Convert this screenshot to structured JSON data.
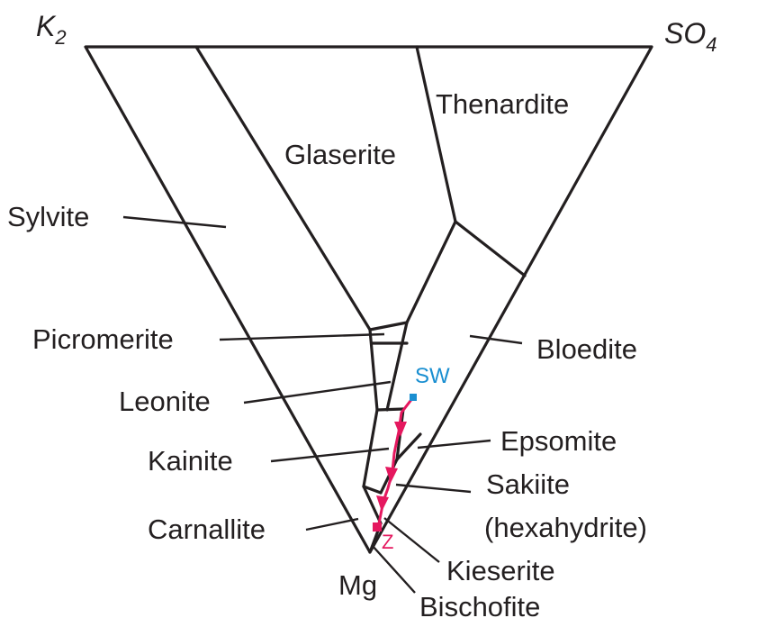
{
  "corners": {
    "top_left": {
      "main": "K",
      "sub": "2"
    },
    "top_right": {
      "main": "SO",
      "sub": "4"
    },
    "bottom": "Mg"
  },
  "fields": {
    "glaserite": "Glaserite",
    "thenardite": "Thenardite",
    "sylvite": "Sylvite",
    "picromerite": "Picromerite",
    "bloedite": "Bloedite",
    "leonite": "Leonite",
    "kainite": "Kainite",
    "epsomite": "Epsomite",
    "sakiite": "Sakiite",
    "hexahydrite": "(hexahydrite)",
    "carnallite": "Carnallite",
    "kieserite": "Kieserite",
    "bischofite": "Bischofite"
  },
  "points": {
    "start": "SW",
    "end": "Z"
  },
  "colors": {
    "lines": "#231f20",
    "evaporation_path": "#e5185f",
    "seawater_point": "#1a8fd1",
    "end_point": "#e5185f"
  }
}
